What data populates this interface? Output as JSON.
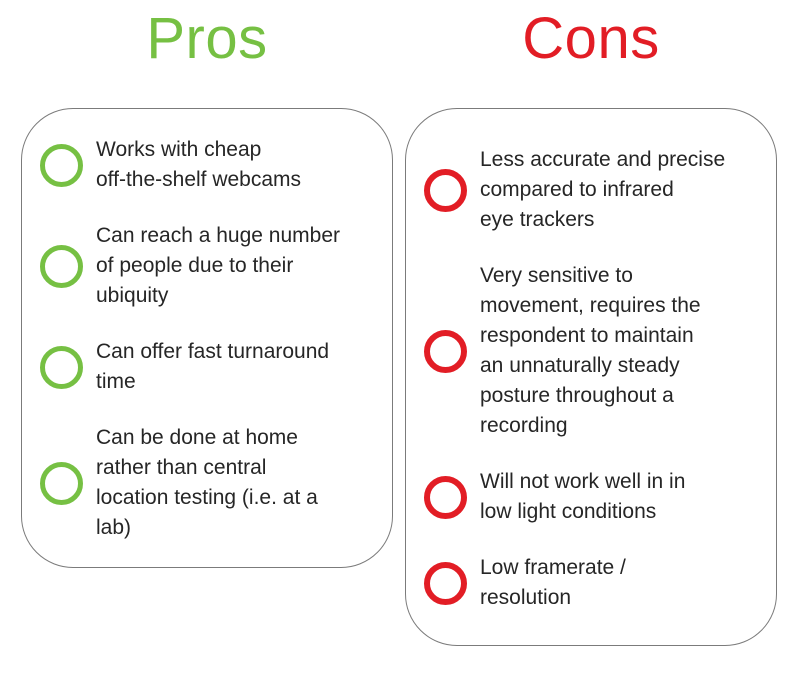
{
  "colors": {
    "green": "#76c043",
    "red": "#e21d25",
    "panel_border": "#7b7b7b",
    "text": "#262626",
    "background": "#ffffff"
  },
  "pros": {
    "title": "Pros",
    "items": [
      "Works with cheap\noff-the-shelf webcams",
      "Can reach a huge number\nof people due to their\nubiquity",
      "Can offer fast turnaround\ntime",
      "Can be done at home\nrather than central\nlocation testing (i.e. at a\nlab)"
    ]
  },
  "cons": {
    "title": "Cons",
    "items": [
      "Less accurate and precise\ncompared to infrared\neye trackers",
      "Very sensitive to\nmovement, requires the\nrespondent to maintain\nan unnaturally steady\nposture throughout a\nrecording",
      "Will not work well in in\nlow light conditions",
      "Low framerate /\nresolution"
    ]
  }
}
